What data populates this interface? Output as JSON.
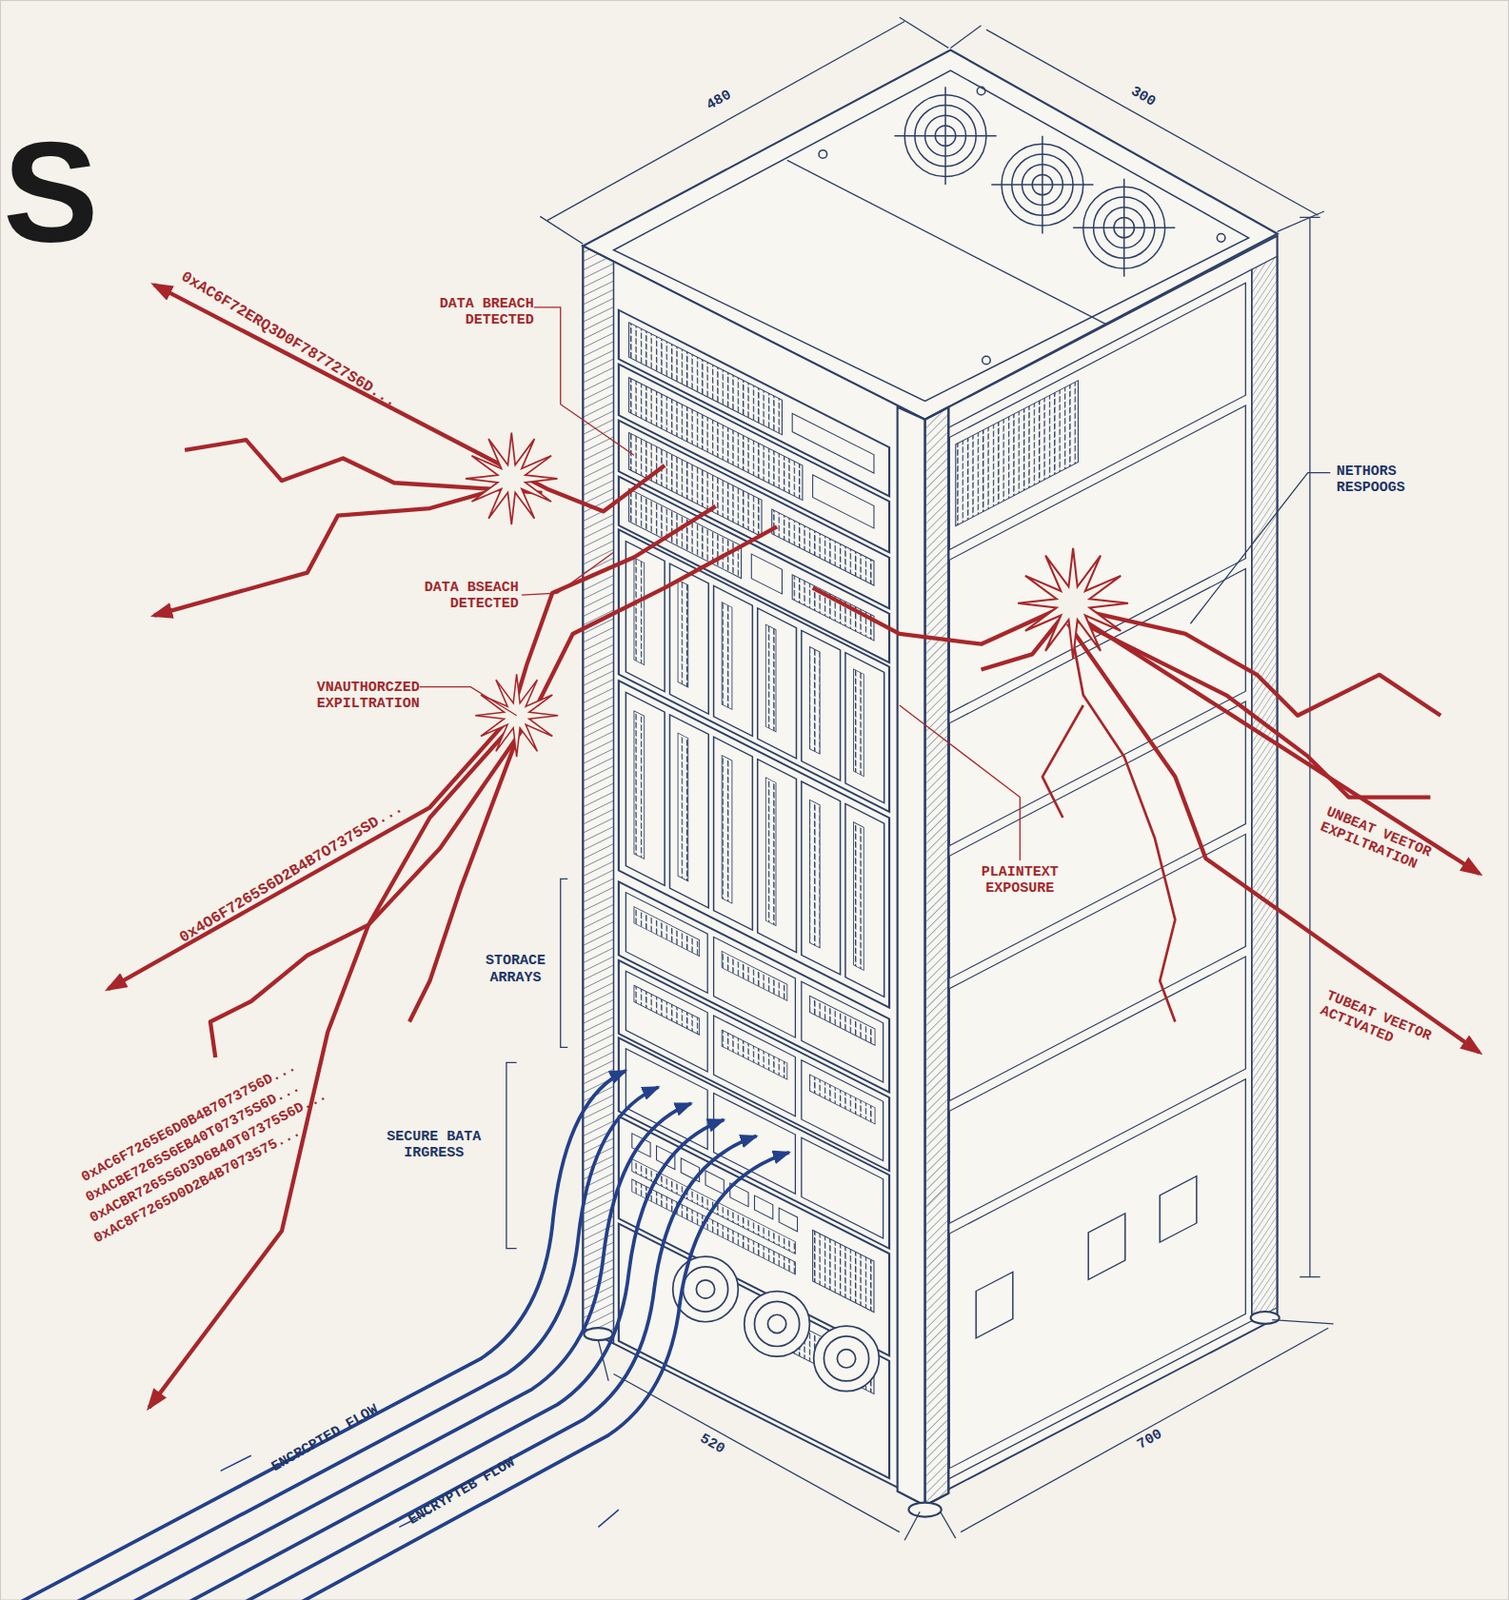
{
  "diagram": {
    "title": "S",
    "labels": [
      "480",
      "300",
      "0xAC6F72ERQ3D0F787727S6D...",
      "DATA BREACH DETECTED",
      "NETHORS RESPOOGS",
      "DATA BSEACH DETECTED",
      "VNAUTHORCZED EXPILTRATION",
      "0x4O6F7265S6D2B4B7O7375SD...",
      "UNBEAT VEETOR EXPILTRATION",
      "PLAINTEXT EXPOSURE",
      "STORACE ARRAYS",
      "TUBEAT VEETOR ACTIVATED",
      "0xAC6F7265E6D0B4B7073756D...",
      "0xACBE7265S6EB40T07375S6D...",
      "0xACBR7265S6D3D6B40T07375S6D...",
      "0xAC8F7265D0D2B4B7073575...",
      "SECURE BATA IRGRESS",
      "ENCRCPTED FLOW",
      "520",
      "ENCRYPTEB FLOW",
      "700"
    ]
  }
}
